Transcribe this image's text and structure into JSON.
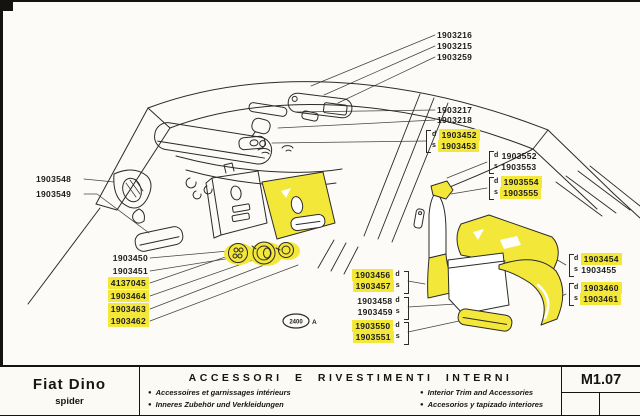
{
  "diagram": {
    "badge": {
      "text": "2400",
      "suffix": "A"
    },
    "parts": {
      "top_right": [
        "1903216",
        "1903215",
        "1903259"
      ],
      "mid_right": [
        "1903217",
        "1903218"
      ],
      "visor_pair": [
        {
          "side": "d",
          "num": "1903452"
        },
        {
          "side": "s",
          "num": "1903453"
        }
      ],
      "rear_pair_a": [
        {
          "side": "d",
          "num": "1903552"
        },
        {
          "side": "s",
          "num": "1903553"
        }
      ],
      "rear_pair_b": [
        {
          "side": "d",
          "num": "1903554"
        },
        {
          "side": "s",
          "num": "1903555"
        }
      ],
      "left_pair": [
        "1903548",
        "1903549"
      ],
      "left_lower": [
        "1903450",
        "1903451",
        "4137045",
        "1903464",
        "1903463",
        "1903462"
      ],
      "mid_lower": [
        {
          "num": "1903456",
          "side": "d"
        },
        {
          "num": "1903457",
          "side": "s"
        },
        {
          "num": "1903458",
          "side": "d"
        },
        {
          "num": "1903459",
          "side": "s"
        },
        {
          "num": "1903550",
          "side": "d"
        },
        {
          "num": "1903551",
          "side": "s"
        }
      ],
      "right_lower": [
        {
          "side": "d",
          "num": "1903454"
        },
        {
          "side": "s",
          "num": "1903455"
        },
        {
          "side": "d",
          "num": "1903460"
        },
        {
          "side": "s",
          "num": "1903461"
        }
      ]
    },
    "highlight_color": "#f3e73a"
  },
  "footer": {
    "model": "Fiat Dino",
    "variant": "spider",
    "title": "ACCESSORI E RIVESTIMENTI INTERNI",
    "subtitles": [
      "Accessoires et garnissages intérieurs",
      "Inneres Zubehör und Verkleidungen",
      "Interior Trim and Accessories",
      "Accesorios y tapizado interiores"
    ],
    "page_code": "M1.07"
  }
}
